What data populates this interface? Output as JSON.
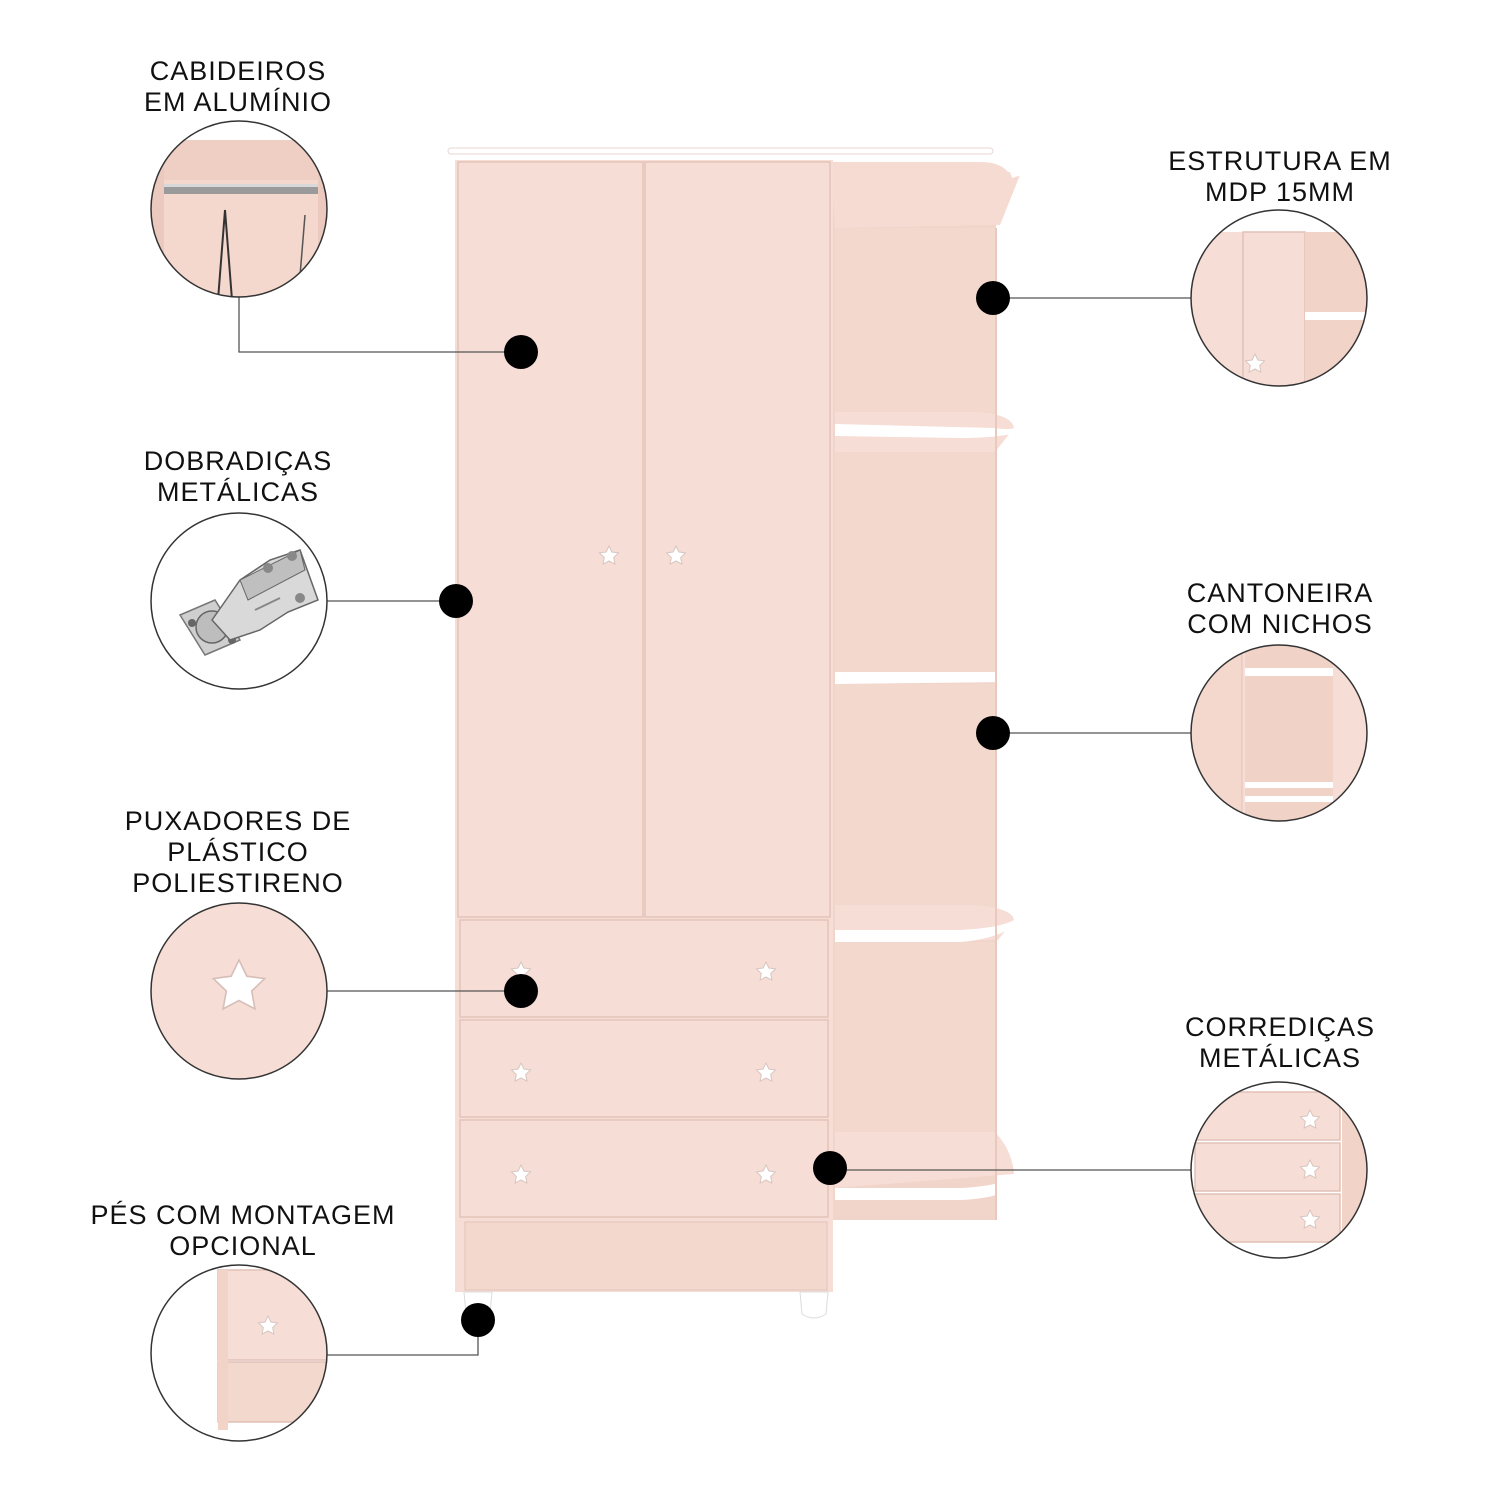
{
  "features": {
    "cabideiros": {
      "line1": "CABIDEIROS",
      "line2": "EM ALUMÍNIO"
    },
    "dobradicas": {
      "line1": "DOBRADIÇAS",
      "line2": "METÁLICAS"
    },
    "puxadores": {
      "line1": "PUXADORES DE",
      "line2": "PLÁSTICO",
      "line3": "POLIESTIRENO"
    },
    "pes": {
      "line1": "PÉS COM MONTAGEM",
      "line2": "OPCIONAL"
    },
    "estrutura": {
      "line1": "ESTRUTURA EM",
      "line2": "MDP 15MM"
    },
    "cantoneira": {
      "line1": "CANTONEIRA",
      "line2": "COM NICHOS"
    },
    "corredicas": {
      "line1": "CORREDIÇAS",
      "line2": "METÁLICAS"
    }
  },
  "colors": {
    "body": "#f6ddd5",
    "body_shade": "#efd1c7",
    "edge": "#ffffff",
    "line": "#555555",
    "dot": "#000000"
  },
  "icons": {
    "door_handle": "star-knob-icon",
    "drawer_handle": "star-knob-icon",
    "hinge": "metal-hinge-icon"
  }
}
